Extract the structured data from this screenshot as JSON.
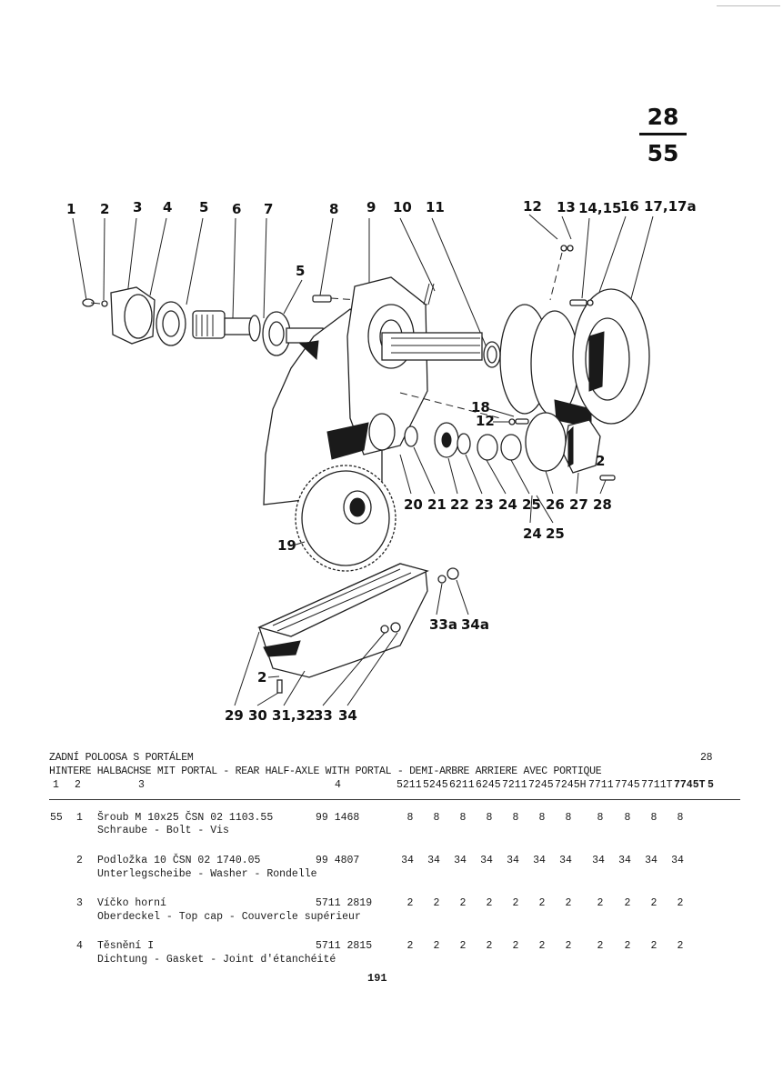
{
  "sheet": {
    "group": "28",
    "page": "55"
  },
  "diagram": {
    "callouts_top": [
      "1",
      "2",
      "3",
      "4",
      "5",
      "6",
      "7",
      "8",
      "9",
      "10",
      "11",
      "12",
      "13",
      "14,15",
      "16",
      "17,17a"
    ],
    "callouts_mid": [
      "5",
      "18",
      "12",
      "2"
    ],
    "callouts_lower": [
      "20",
      "21",
      "22",
      "23",
      "24",
      "25",
      "26",
      "27",
      "28"
    ],
    "callouts_lower2": [
      "24",
      "25"
    ],
    "callouts_gear": [
      "19"
    ],
    "callouts_pan": [
      "33a",
      "34a",
      "2",
      "29",
      "30",
      "31,32",
      "33",
      "34"
    ]
  },
  "table": {
    "title": "ZADNÍ POLOOSA S PORTÁLEM",
    "subtitle": "HINTERE HALBACHSE MIT PORTAL - REAR HALF-AXLE WITH PORTAL - DEMI-ARBRE ARRIERE AVEC PORTIQUE",
    "page_ref": "28",
    "column_headers": [
      "1",
      "2",
      "3",
      "4"
    ],
    "model_columns": [
      "5211",
      "5245",
      "6211",
      "6245",
      "7211",
      "7245",
      "7245H",
      "7711",
      "7745",
      "7711T",
      "7745T"
    ],
    "last_header": "5",
    "rows": [
      {
        "sheet": "55",
        "pos": "1",
        "name_cz": "Šroub M 10x25 ČSN 02 1103.55",
        "name_multi": "Schraube - Bolt - Vis",
        "part_no": "99 1468",
        "qty": [
          "8",
          "8",
          "8",
          "8",
          "8",
          "8",
          "8",
          "8",
          "8",
          "8",
          "8"
        ]
      },
      {
        "sheet": "",
        "pos": "2",
        "name_cz": "Podložka 10 ČSN 02 1740.05",
        "name_multi": "Unterlegscheibe - Washer - Rondelle",
        "part_no": "99 4807",
        "qty": [
          "34",
          "34",
          "34",
          "34",
          "34",
          "34",
          "34",
          "34",
          "34",
          "34",
          "34"
        ]
      },
      {
        "sheet": "",
        "pos": "3",
        "name_cz": "Víčko horní",
        "name_multi": "Oberdeckel - Top cap - Couvercle supérieur",
        "part_no": "5711 2819",
        "qty": [
          "2",
          "2",
          "2",
          "2",
          "2",
          "2",
          "2",
          "2",
          "2",
          "2",
          "2"
        ]
      },
      {
        "sheet": "",
        "pos": "4",
        "name_cz": "Těsnění I",
        "name_multi": "Dichtung - Gasket - Joint d'étanchéité",
        "part_no": "5711 2815",
        "qty": [
          "2",
          "2",
          "2",
          "2",
          "2",
          "2",
          "2",
          "2",
          "2",
          "2",
          "2"
        ]
      }
    ]
  },
  "footer": {
    "page_number": "191"
  }
}
